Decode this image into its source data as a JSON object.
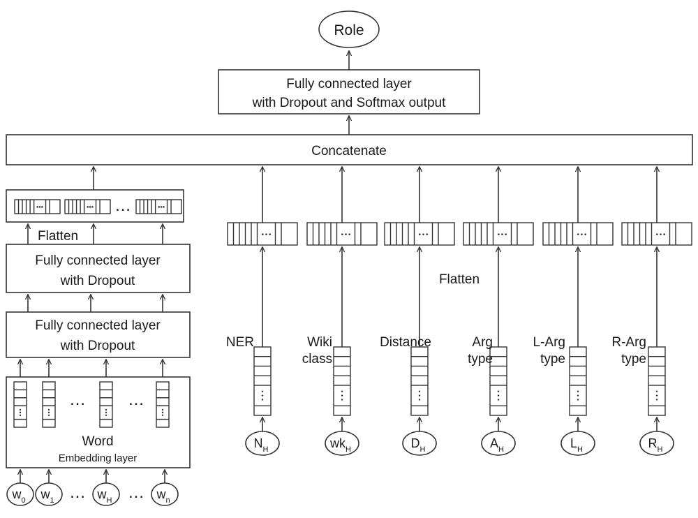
{
  "output_node": {
    "label": "Role"
  },
  "fc_output_layer": {
    "line1": "Fully connected layer",
    "line2": "with Dropout and Softmax output"
  },
  "concatenate": {
    "label": "Concatenate"
  },
  "word_branch": {
    "flatten_label": "Flatten",
    "fc_upper": {
      "line1": "Fully connected layer",
      "line2": "with Dropout"
    },
    "fc_lower": {
      "line1": "Fully connected layer",
      "line2": "with Dropout"
    },
    "embedding": {
      "title": "Word",
      "subtitle": "Embedding layer"
    },
    "inputs": [
      {
        "base": "w",
        "sub": "0"
      },
      {
        "base": "w",
        "sub": "1"
      },
      {
        "base": "w",
        "sub": "H"
      },
      {
        "base": "w",
        "sub": "n"
      }
    ],
    "ellipsis": "…"
  },
  "feature_flatten_label": "Flatten",
  "features": [
    {
      "label_lines": [
        "NER"
      ],
      "input": {
        "base": "N",
        "sub": "H"
      }
    },
    {
      "label_lines": [
        "Wiki",
        "class"
      ],
      "input": {
        "base": "wk",
        "sub": "H"
      }
    },
    {
      "label_lines": [
        "Distance"
      ],
      "input": {
        "base": "D",
        "sub": "H"
      }
    },
    {
      "label_lines": [
        "Arg",
        "type"
      ],
      "input": {
        "base": "A",
        "sub": "H"
      }
    },
    {
      "label_lines": [
        "L-Arg",
        "type"
      ],
      "input": {
        "base": "L",
        "sub": "H"
      }
    },
    {
      "label_lines": [
        "R-Arg",
        "type"
      ],
      "input": {
        "base": "R",
        "sub": "H"
      }
    }
  ]
}
